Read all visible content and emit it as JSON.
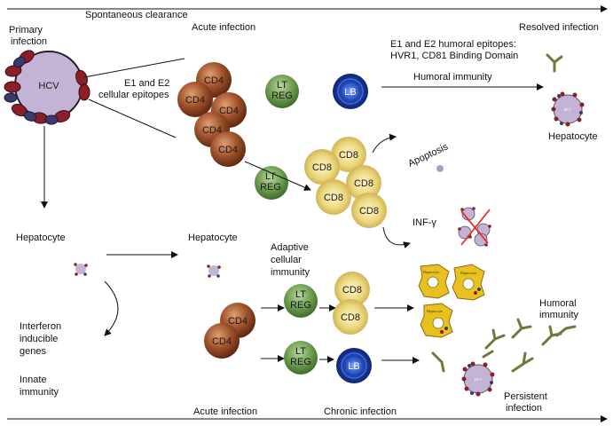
{
  "timeline": {
    "top": "Spontaneous clearance",
    "bottom_left": "Acute infection",
    "bottom_right": "Chronic infection"
  },
  "labels": {
    "primary_infection": [
      "Primary",
      "infection"
    ],
    "virus": "HCV",
    "acute_infection": "Acute infection",
    "resolved_infection": "Resolved infection",
    "humoral_epitopes": [
      "E1 and E2 humoral epitopes:",
      "HVR1, CD81 Binding Domain"
    ],
    "humoral_immunity": "Humoral immunity",
    "cellular_epitopes": [
      "E1 and E2",
      "cellular epitopes"
    ],
    "hepatocyte_top": "Hepatocyte",
    "apoptosis": "Apoptosis",
    "inf_gamma": "INF-γ",
    "hepatocyte_left": "Hepatocyte",
    "hepatocyte_mid": "Hepatocyte",
    "adaptive_cellular": [
      "Adaptive",
      "cellular",
      "immunity"
    ],
    "interferon_genes": [
      "Interferon",
      "inducible",
      "genes"
    ],
    "innate_immunity": [
      "Innate",
      "immunity"
    ],
    "humoral_immunity_right": [
      "Humoral",
      "immunity"
    ],
    "persistent_infection": [
      "Persistent",
      "infection"
    ]
  },
  "cells": {
    "cd4": "CD4",
    "cd8": "CD8",
    "lt_reg": [
      "LT",
      "REG"
    ],
    "lb": "LB",
    "hepatocyte_tag": "Hepatocyte",
    "hcv_tag": "HCV"
  },
  "colors": {
    "cd4": "#a0522d",
    "cd8": "#e8d27a",
    "lt_reg": "#6a9a4a",
    "lb": "#1a3fa8",
    "hcv": "#c3b4d6",
    "antibody": "#6f7a3a",
    "hepatocyte": "#e8c020"
  }
}
